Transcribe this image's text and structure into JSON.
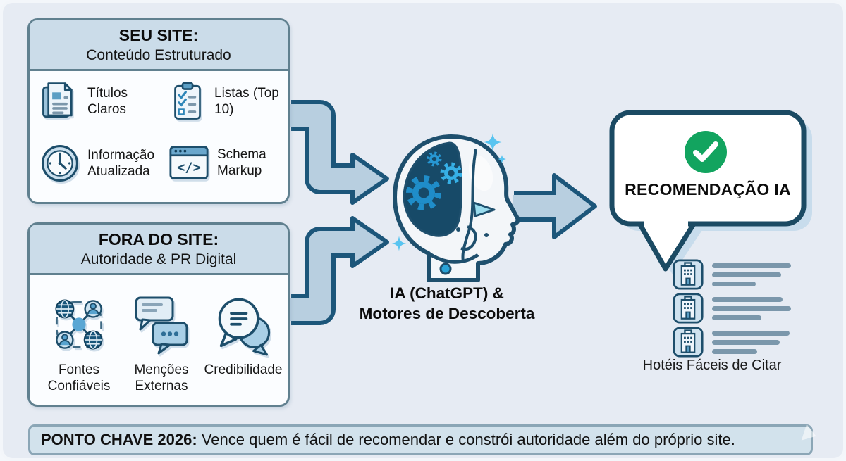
{
  "onsite_box": {
    "title": "SEU SITE:",
    "subtitle": "Conteúdo Estruturado",
    "items": [
      {
        "icon": "document-icon",
        "label": "Títulos Claros"
      },
      {
        "icon": "checklist-icon",
        "label": "Listas (Top 10)"
      },
      {
        "icon": "clock-icon",
        "label": "Informação Atualizada"
      },
      {
        "icon": "code-markup-icon",
        "label": "Schema Markup"
      }
    ]
  },
  "offsite_box": {
    "title": "FORA DO SITE:",
    "subtitle": "Autoridade & PR Digital",
    "items": [
      {
        "icon": "network-sources-icon",
        "label": "Fontes Confiáveis"
      },
      {
        "icon": "external-mentions-icon",
        "label": "Menções Externas"
      },
      {
        "icon": "credibility-icon",
        "label": "Credibilidade"
      }
    ]
  },
  "ai_core": {
    "icon": "ai-robot-head-icon",
    "label_line1": "IA (ChatGPT) &",
    "label_line2": "Motores de Descoberta"
  },
  "recommendation": {
    "icon": "check-circle-icon",
    "title": "RECOMENDAÇÃO IA",
    "caption": "Hotéis Fáceis de Citar",
    "list_icon": "hotel-building-icon",
    "rows": 3
  },
  "key_point": {
    "label": "PONTO CHAVE 2026:",
    "text": "Vence quem é fácil de recomendar e constrói autoridade além do próprio site."
  },
  "colors": {
    "background": "#e6ebf3",
    "panel_header": "#cbdce9",
    "panel_border": "#60808f",
    "panel_body": "#fbfdff",
    "arrow_fill": "#b8cfe0",
    "arrow_outline": "#1c567a",
    "accent_navy": "#1d4e6b",
    "accent_blue": "#5b9ec4",
    "success_green": "#12a45f",
    "keybar_fill": "#d2e2ec",
    "keybar_border": "#8ba6b6"
  }
}
